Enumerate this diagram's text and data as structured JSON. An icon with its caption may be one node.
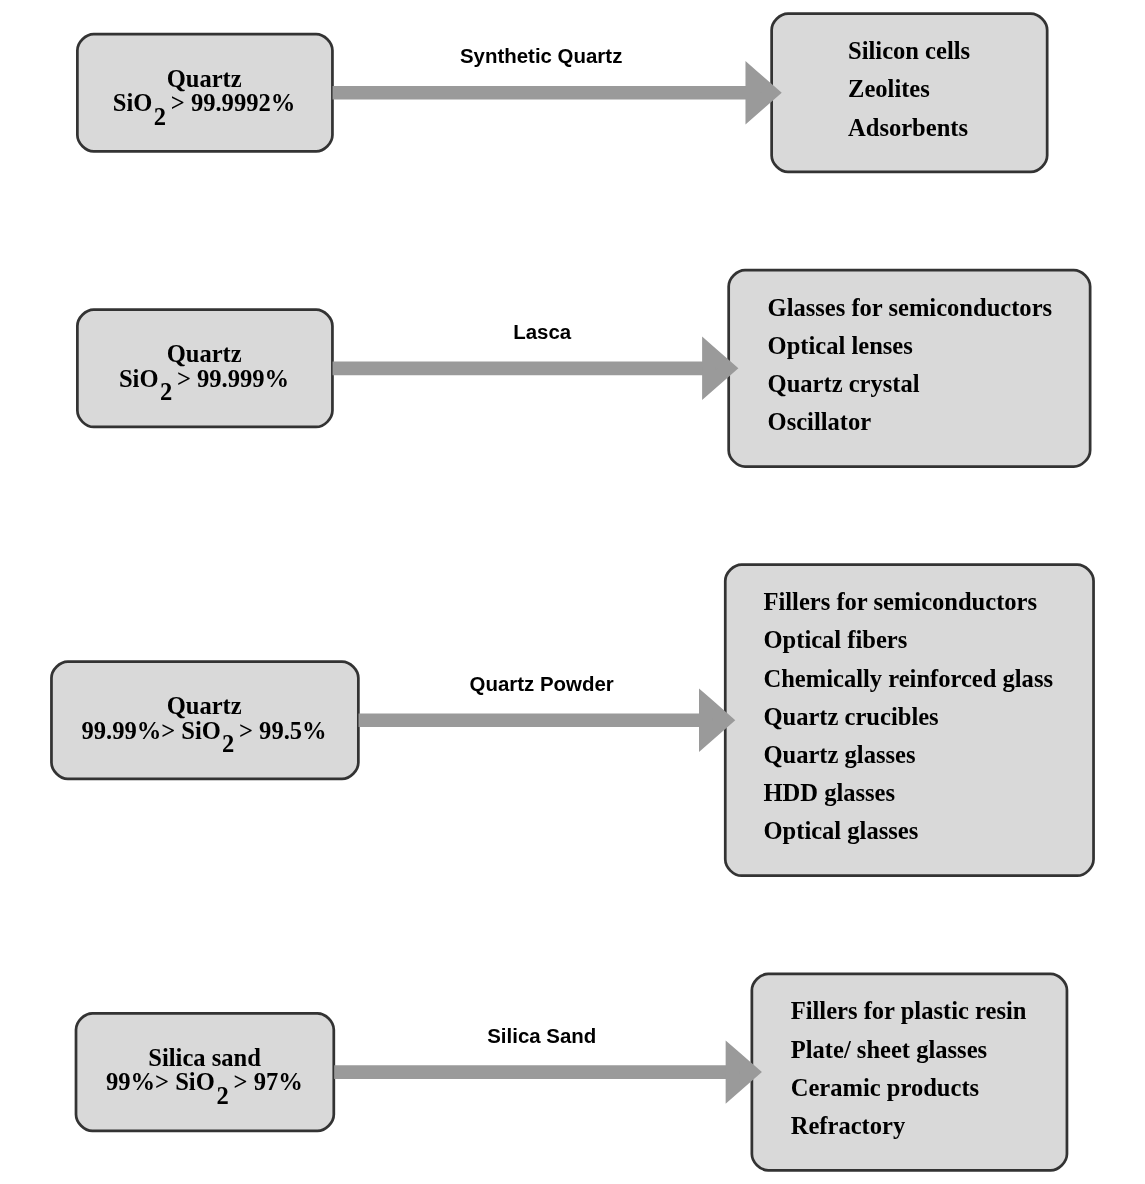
{
  "diagram": {
    "nodes": [
      {
        "text": [
          "Quartz",
          "SiO$_{2}$ > 99.9992%"
        ]
      },
      {
        "text": [
          "Silicon cells",
          "Zeolites",
          "Adsorbents"
        ]
      },
      {
        "text": [
          "Quartz",
          "SiO$_{2}$ > 99.999%"
        ]
      },
      {
        "text": [
          "Glasses for semiconductors",
          "Optical lenses",
          "Quartz crystal",
          "Oscillator"
        ]
      },
      {
        "text": [
          "Quartz",
          "99.99%> SiO$_{2}$ > 99.5%"
        ]
      },
      {
        "text": [
          "Fillers for semiconductors",
          "Optical fibers",
          "Chemically reinforced glass",
          "Quartz crucibles",
          "Quartz glasses",
          "HDD glasses",
          "Optical glasses"
        ]
      },
      {
        "text": [
          "Silica sand",
          "99%> SiO$_{2}$ > 97%"
        ]
      },
      {
        "text": [
          "Fillers for plastic resin",
          "Plate/ sheet glasses",
          "Ceramic products",
          "Refractory"
        ]
      }
    ],
    "edges": [
      {
        "from": 0,
        "to": 1,
        "arrow": "to",
        "label": "Synthetic Quartz"
      },
      {
        "from": 2,
        "to": 3,
        "arrow": "to",
        "label": "Lasca"
      },
      {
        "from": 4,
        "to": 5,
        "arrow": "to",
        "label": "Quartz Powder"
      },
      {
        "from": 6,
        "to": 7,
        "arrow": "to",
        "label": "Silica Sand"
      }
    ]
  }
}
